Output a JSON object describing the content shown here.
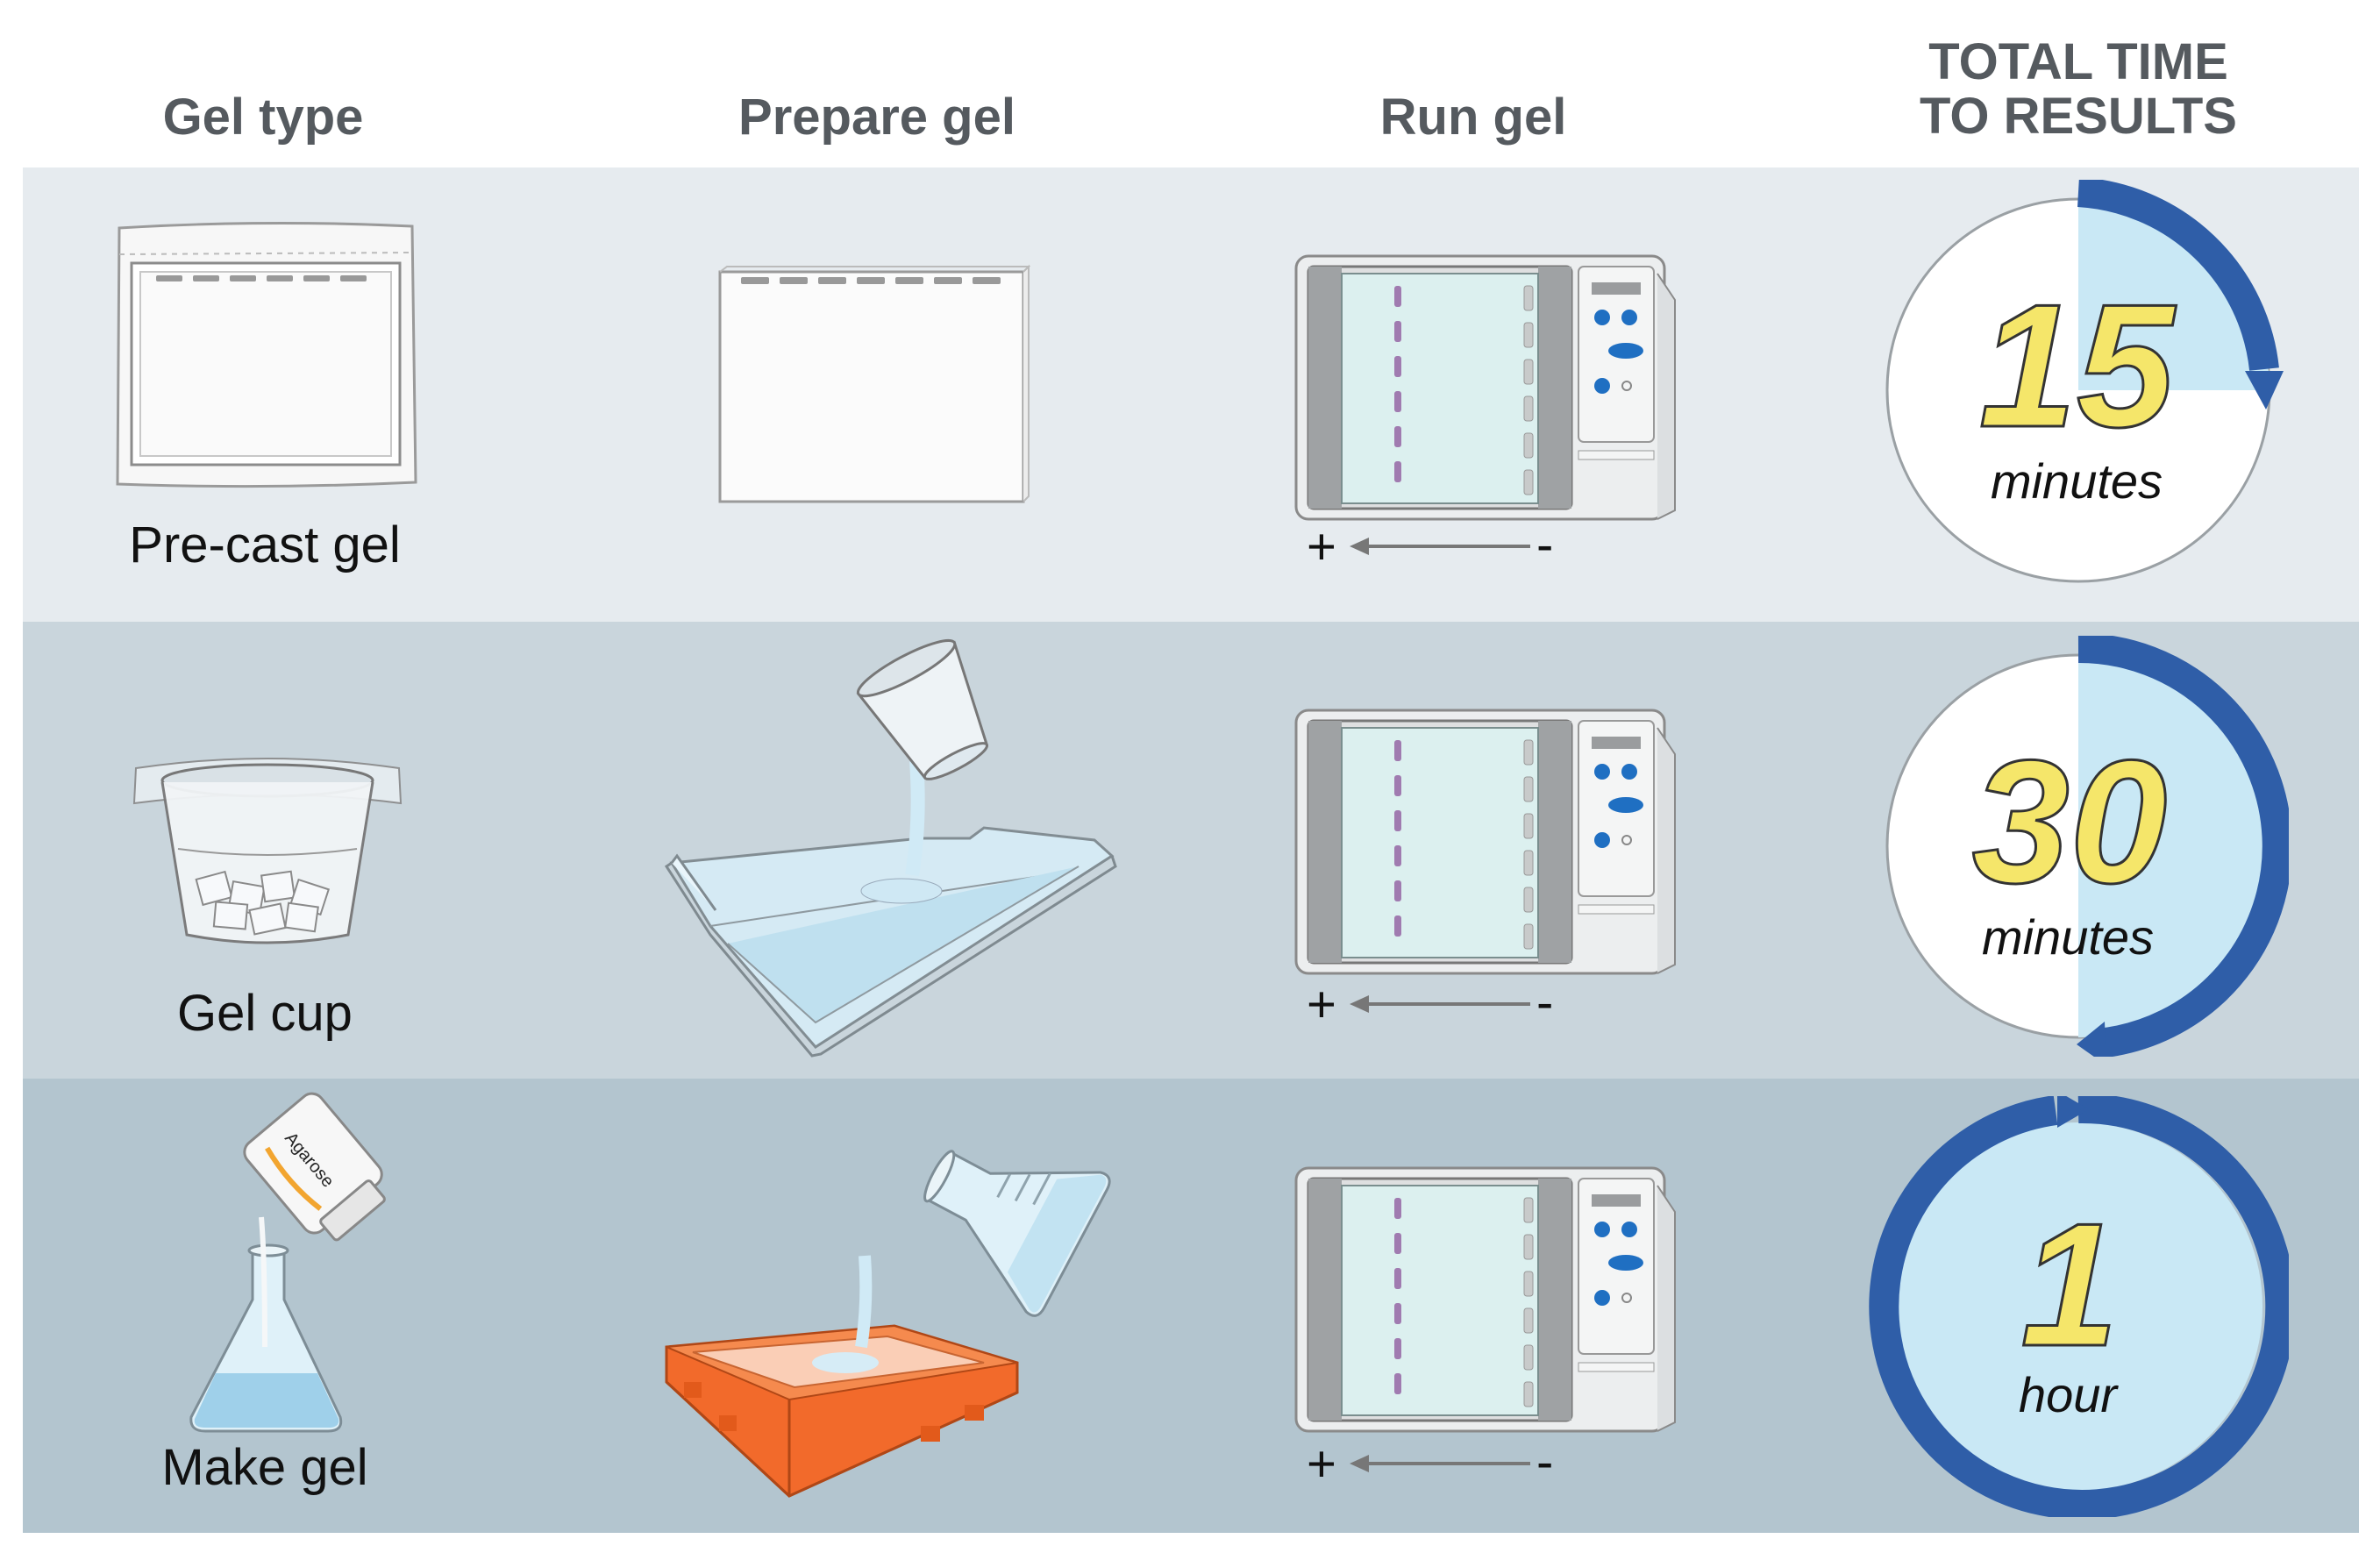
{
  "headers": {
    "gel_type": "Gel type",
    "prepare_gel": "Prepare gel",
    "run_gel": "Run gel",
    "total_line1": "TOTAL TIME",
    "total_line2": "TO RESULTS"
  },
  "rows": [
    {
      "label": "Pre-cast gel",
      "time_value": "15",
      "time_unit": "minutes",
      "fraction_of_hour": 0.25
    },
    {
      "label": "Gel cup",
      "time_value": "30",
      "time_unit": "minutes",
      "fraction_of_hour": 0.5
    },
    {
      "label": "Make gel",
      "time_value": "1",
      "time_unit": "hour",
      "fraction_of_hour": 1.0
    }
  ],
  "run_gel": {
    "plus": "+",
    "minus": "-"
  },
  "bottle_label": "Agarose",
  "colors": {
    "row1_bg": "#e6ebef",
    "row2_bg": "#c9d5dc",
    "row3_bg": "#b3c5cf",
    "clock_ring": "#2f5ea8",
    "clock_fill": "#c9e8f5",
    "clock_number": "#f5e66a",
    "tray_orange": "#f26a2b"
  }
}
